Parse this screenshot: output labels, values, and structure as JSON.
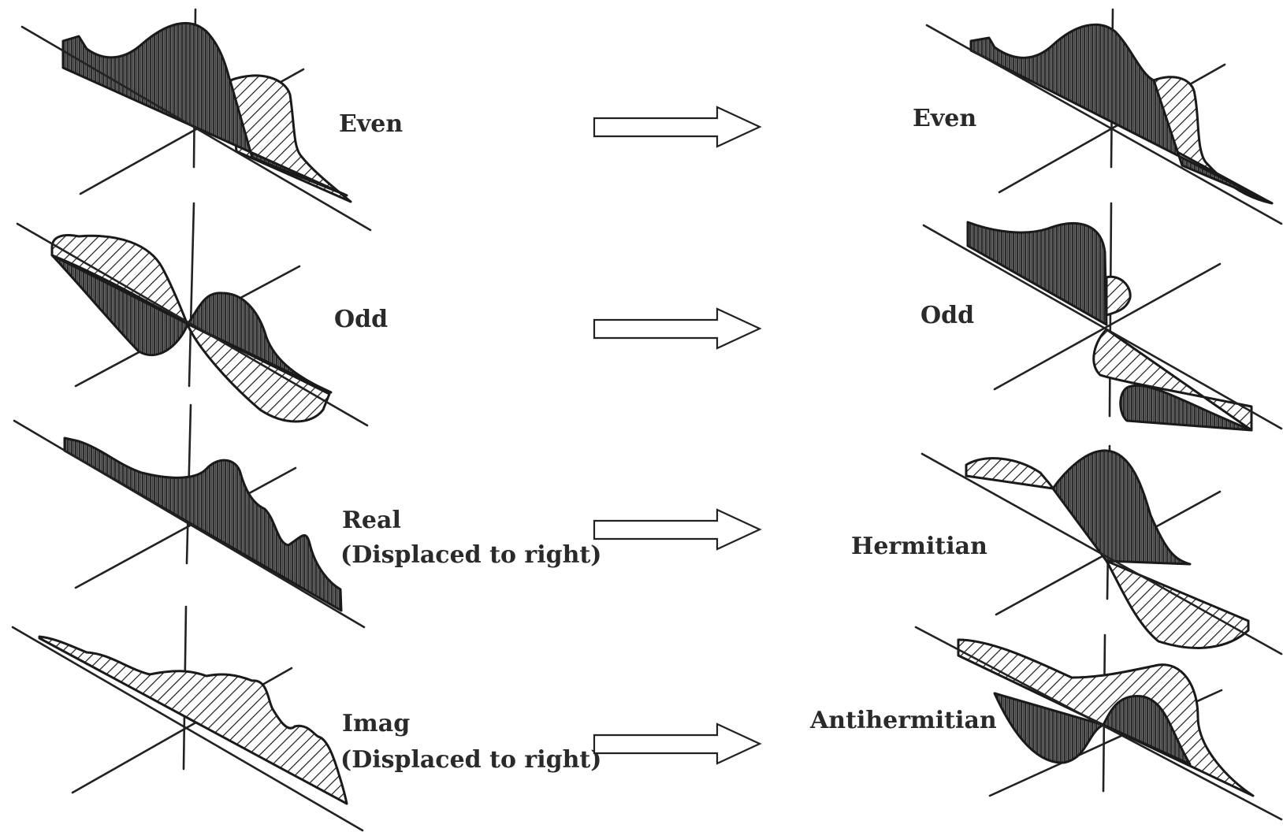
{
  "left_column": {
    "labels": [
      {
        "line1": "Even",
        "line2": ""
      },
      {
        "line1": "Odd",
        "line2": ""
      },
      {
        "line1": "Real",
        "line2": "(Displaced to right)"
      },
      {
        "line1": "Imag",
        "line2": "(Displaced to right)"
      }
    ]
  },
  "right_column": {
    "labels": [
      "Even",
      "Odd",
      "Hermitian",
      "Antihermitian"
    ]
  },
  "arrows": [
    "arrow",
    "arrow",
    "arrow",
    "arrow"
  ],
  "colors": {
    "ink": "#1a1a1a",
    "background": "#ffffff"
  }
}
